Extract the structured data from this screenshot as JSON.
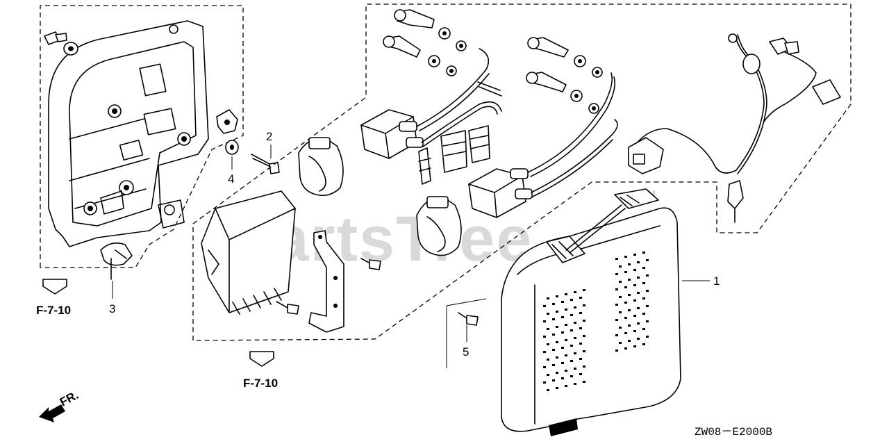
{
  "watermark": {
    "text": "PartsTree",
    "mark": "TM"
  },
  "callouts": [
    {
      "id": "1",
      "text": "1"
    },
    {
      "id": "2",
      "text": "2"
    },
    {
      "id": "3",
      "text": "3"
    },
    {
      "id": "4",
      "text": "4"
    },
    {
      "id": "5",
      "text": "5"
    }
  ],
  "references": {
    "left": "F-7-10",
    "center": "F-7-10"
  },
  "front_marker": "FR.",
  "diagram_code": "ZW08－E2000B"
}
